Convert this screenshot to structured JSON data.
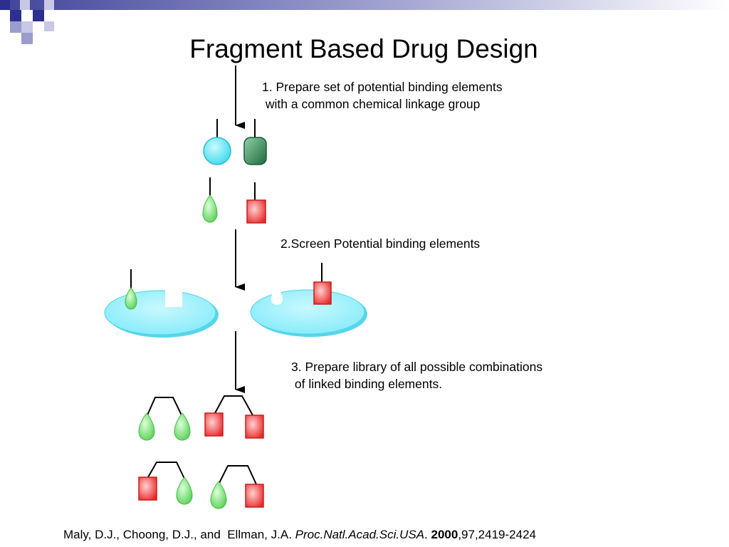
{
  "title": "Fragment Based Drug Design",
  "steps": {
    "step1_line1": "1. Prepare set of potential binding elements",
    "step1_line2": " with a common chemical linkage group",
    "step2": "2.Screen Potential binding elements",
    "step3_line1": "3. Prepare library of all possible combinations",
    "step3_line2": " of linked binding elements."
  },
  "citation": {
    "authors": "Maly, D.J., Choong, D.J., and  Ellman, J.A. ",
    "journal": "Proc.Natl.Acad.Sci.USA",
    "sep": ". ",
    "year": "2000",
    "rest": ",97,2419-2424"
  },
  "colors": {
    "cyan_fragment": "#6fe8f7",
    "dark_green_fragment": "#2e7d4f",
    "green_fragment": "#7ee67e",
    "red_fragment": "#f04a4a",
    "target_protein": "#8ff0fb",
    "corner_squares": "#2d2f8f"
  }
}
